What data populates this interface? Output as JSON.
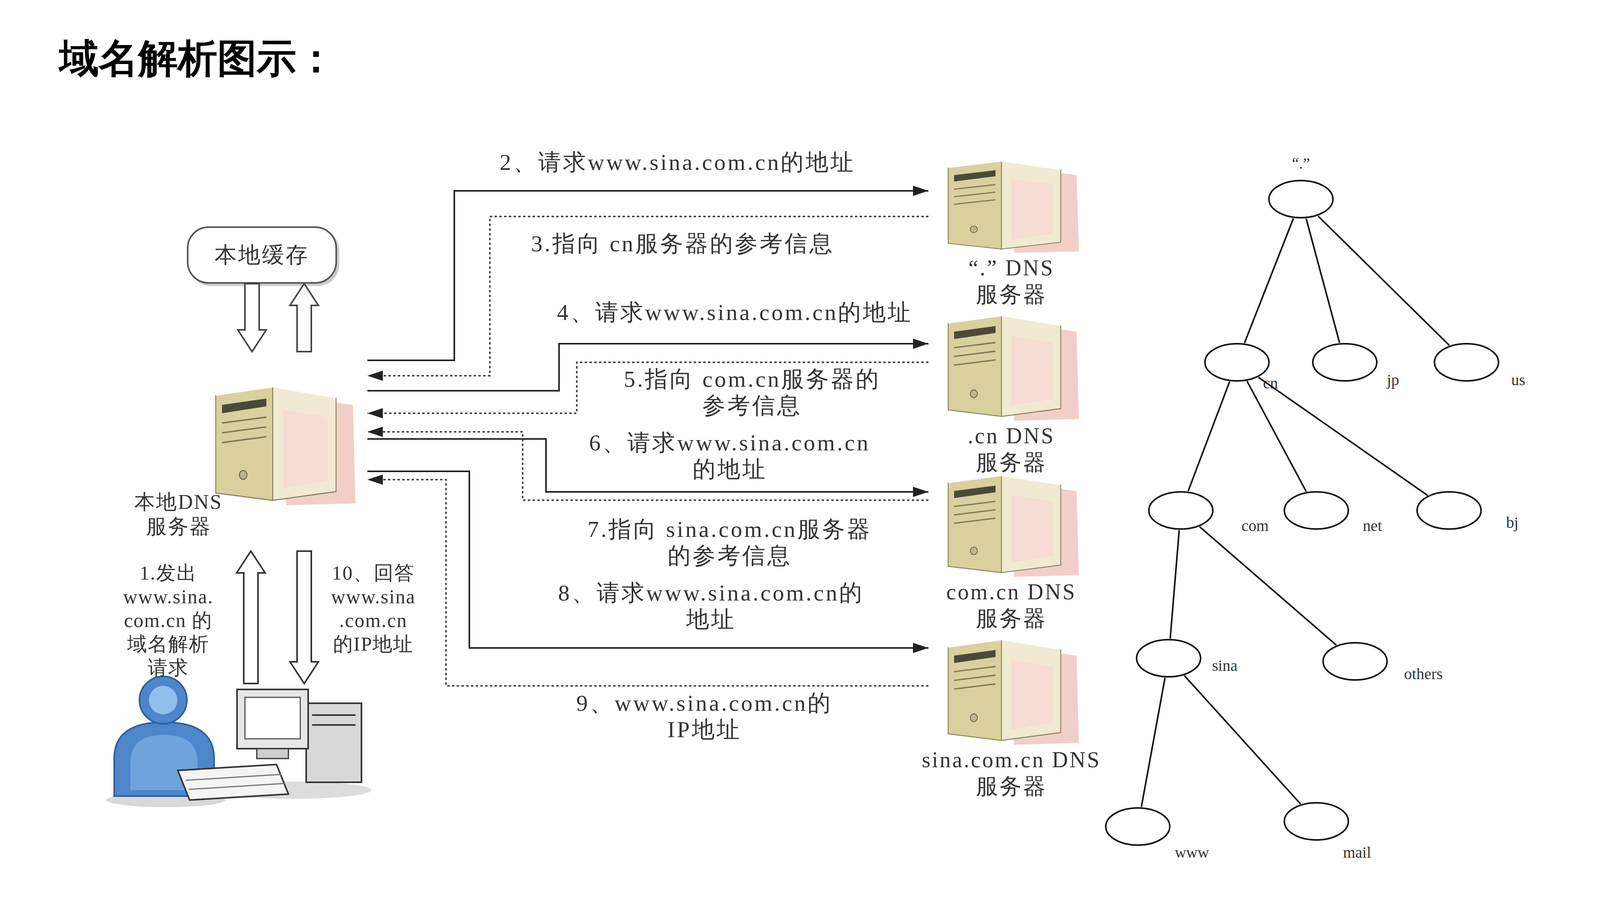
{
  "diagram": {
    "title": "域名解析图示：",
    "nodes": [
      {
        "text": [
          "本地缓存"
        ]
      },
      {
        "text": [
          "本地DNS 服务器"
        ]
      },
      {
        "text": [
          "“.” DNS 服务器"
        ]
      },
      {
        "text": [
          ".cn DNS 服务器"
        ]
      },
      {
        "text": [
          "com.cn DNS 服务器"
        ]
      },
      {
        "text": [
          "sina.com.cn DNS 服务器"
        ]
      },
      {
        "text": [
          "“.”"
        ]
      },
      {
        "text": [
          "cn"
        ]
      },
      {
        "text": [
          "jp"
        ]
      },
      {
        "text": [
          "us"
        ]
      },
      {
        "text": [
          "com"
        ]
      },
      {
        "text": [
          "net"
        ]
      },
      {
        "text": [
          "bj"
        ]
      },
      {
        "text": [
          "sina"
        ]
      },
      {
        "text": [
          "others"
        ]
      },
      {
        "text": [
          "www"
        ]
      },
      {
        "text": [
          "mail"
        ]
      }
    ],
    "edges": [
      {
        "from": 0,
        "to": 1,
        "arrow": "to"
      },
      {
        "from": 1,
        "to": 0,
        "arrow": "to"
      },
      {
        "from": 1,
        "to": 2,
        "arrow": "to",
        "label": "2、请求www.sina.com.cn的地址"
      },
      {
        "from": 2,
        "to": 1,
        "arrow": "to",
        "label": "3.指向 cn服务器的参考信息"
      },
      {
        "from": 1,
        "to": 3,
        "arrow": "to",
        "label": "4、请求www.sina.com.cn的地址"
      },
      {
        "from": 3,
        "to": 1,
        "arrow": "to",
        "label": "5.指向 com.cn服务器的 参考信息"
      },
      {
        "from": 1,
        "to": 4,
        "arrow": "to",
        "label": "6、请求www.sina.com.cn 的地址"
      },
      {
        "from": 4,
        "to": 1,
        "arrow": "to",
        "label": "7.指向 sina.com.cn服务器 的参考信息"
      },
      {
        "from": 1,
        "to": 5,
        "arrow": "to",
        "label": "8、请求www.sina.com.cn的 地址"
      },
      {
        "from": 5,
        "to": 1,
        "arrow": "to",
        "label": "9、www.sina.com.cn的 IP地址"
      },
      {
        "from": 6,
        "to": 7,
        "arrow": "none"
      },
      {
        "from": 6,
        "to": 8,
        "arrow": "none"
      },
      {
        "from": 6,
        "to": 9,
        "arrow": "none"
      },
      {
        "from": 7,
        "to": 10,
        "arrow": "none"
      },
      {
        "from": 7,
        "to": 11,
        "arrow": "none"
      },
      {
        "from": 7,
        "to": 12,
        "arrow": "none"
      },
      {
        "from": 10,
        "to": 13,
        "arrow": "none"
      },
      {
        "from": 10,
        "to": 14,
        "arrow": "none"
      },
      {
        "from": 13,
        "to": 15,
        "arrow": "none"
      },
      {
        "from": 13,
        "to": 16,
        "arrow": "none"
      }
    ],
    "labels": [
      "1.发出 www.sina. com.cn 的 域名解析 请求",
      "10、回答 www.sina .com.cn 的IP地址"
    ]
  }
}
